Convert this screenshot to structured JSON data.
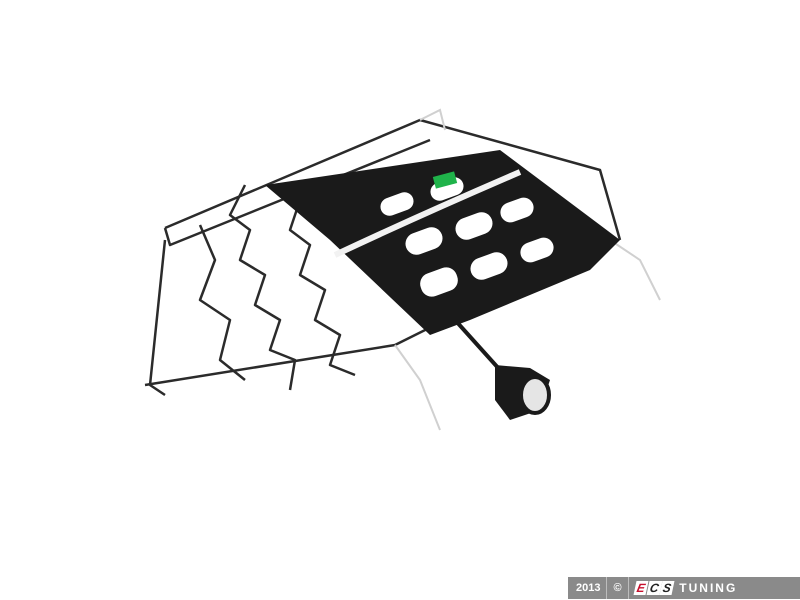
{
  "image": {
    "subject": "seat lumbar support wire frame with black plastic lumbar panel, white cable and adjuster",
    "background": "#ffffff",
    "colors": {
      "plastic": "#1a1a1a",
      "wire": "#2b2b2b",
      "cable": "#f2f2f2",
      "label": "#1fb34a"
    }
  },
  "watermark": {
    "year": "2013",
    "copyright": "©",
    "brand_letters": [
      "E",
      "C",
      "S"
    ],
    "brand_suffix": "TUNING"
  }
}
